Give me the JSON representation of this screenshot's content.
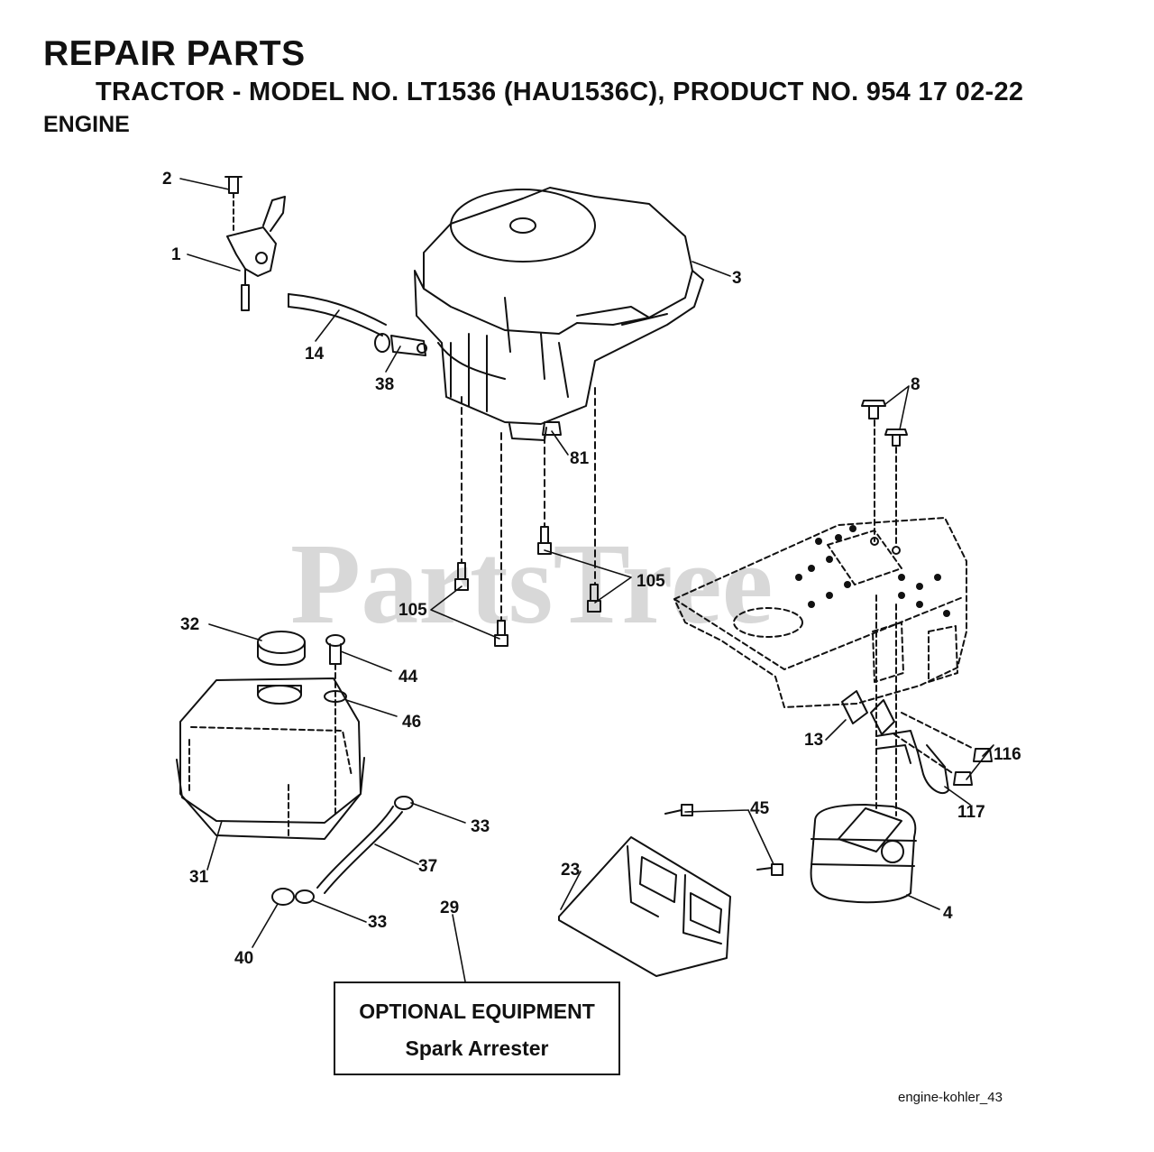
{
  "header": {
    "title": "REPAIR PARTS",
    "subtitle": "TRACTOR - MODEL NO. LT1536 (HAU1536C), PRODUCT NO. 954 17 02-22",
    "section": "ENGINE"
  },
  "watermark": "PartsTree",
  "callouts": [
    "2",
    "1",
    "14",
    "38",
    "3",
    "81",
    "8",
    "105",
    "105",
    "32",
    "44",
    "46",
    "13",
    "116",
    "117",
    "45",
    "33",
    "31",
    "37",
    "23",
    "4",
    "29",
    "33",
    "40"
  ],
  "optional_box": {
    "title": "OPTIONAL EQUIPMENT",
    "item": "Spark Arrester"
  },
  "footer": {
    "figure_id": "engine-kohler_43"
  }
}
